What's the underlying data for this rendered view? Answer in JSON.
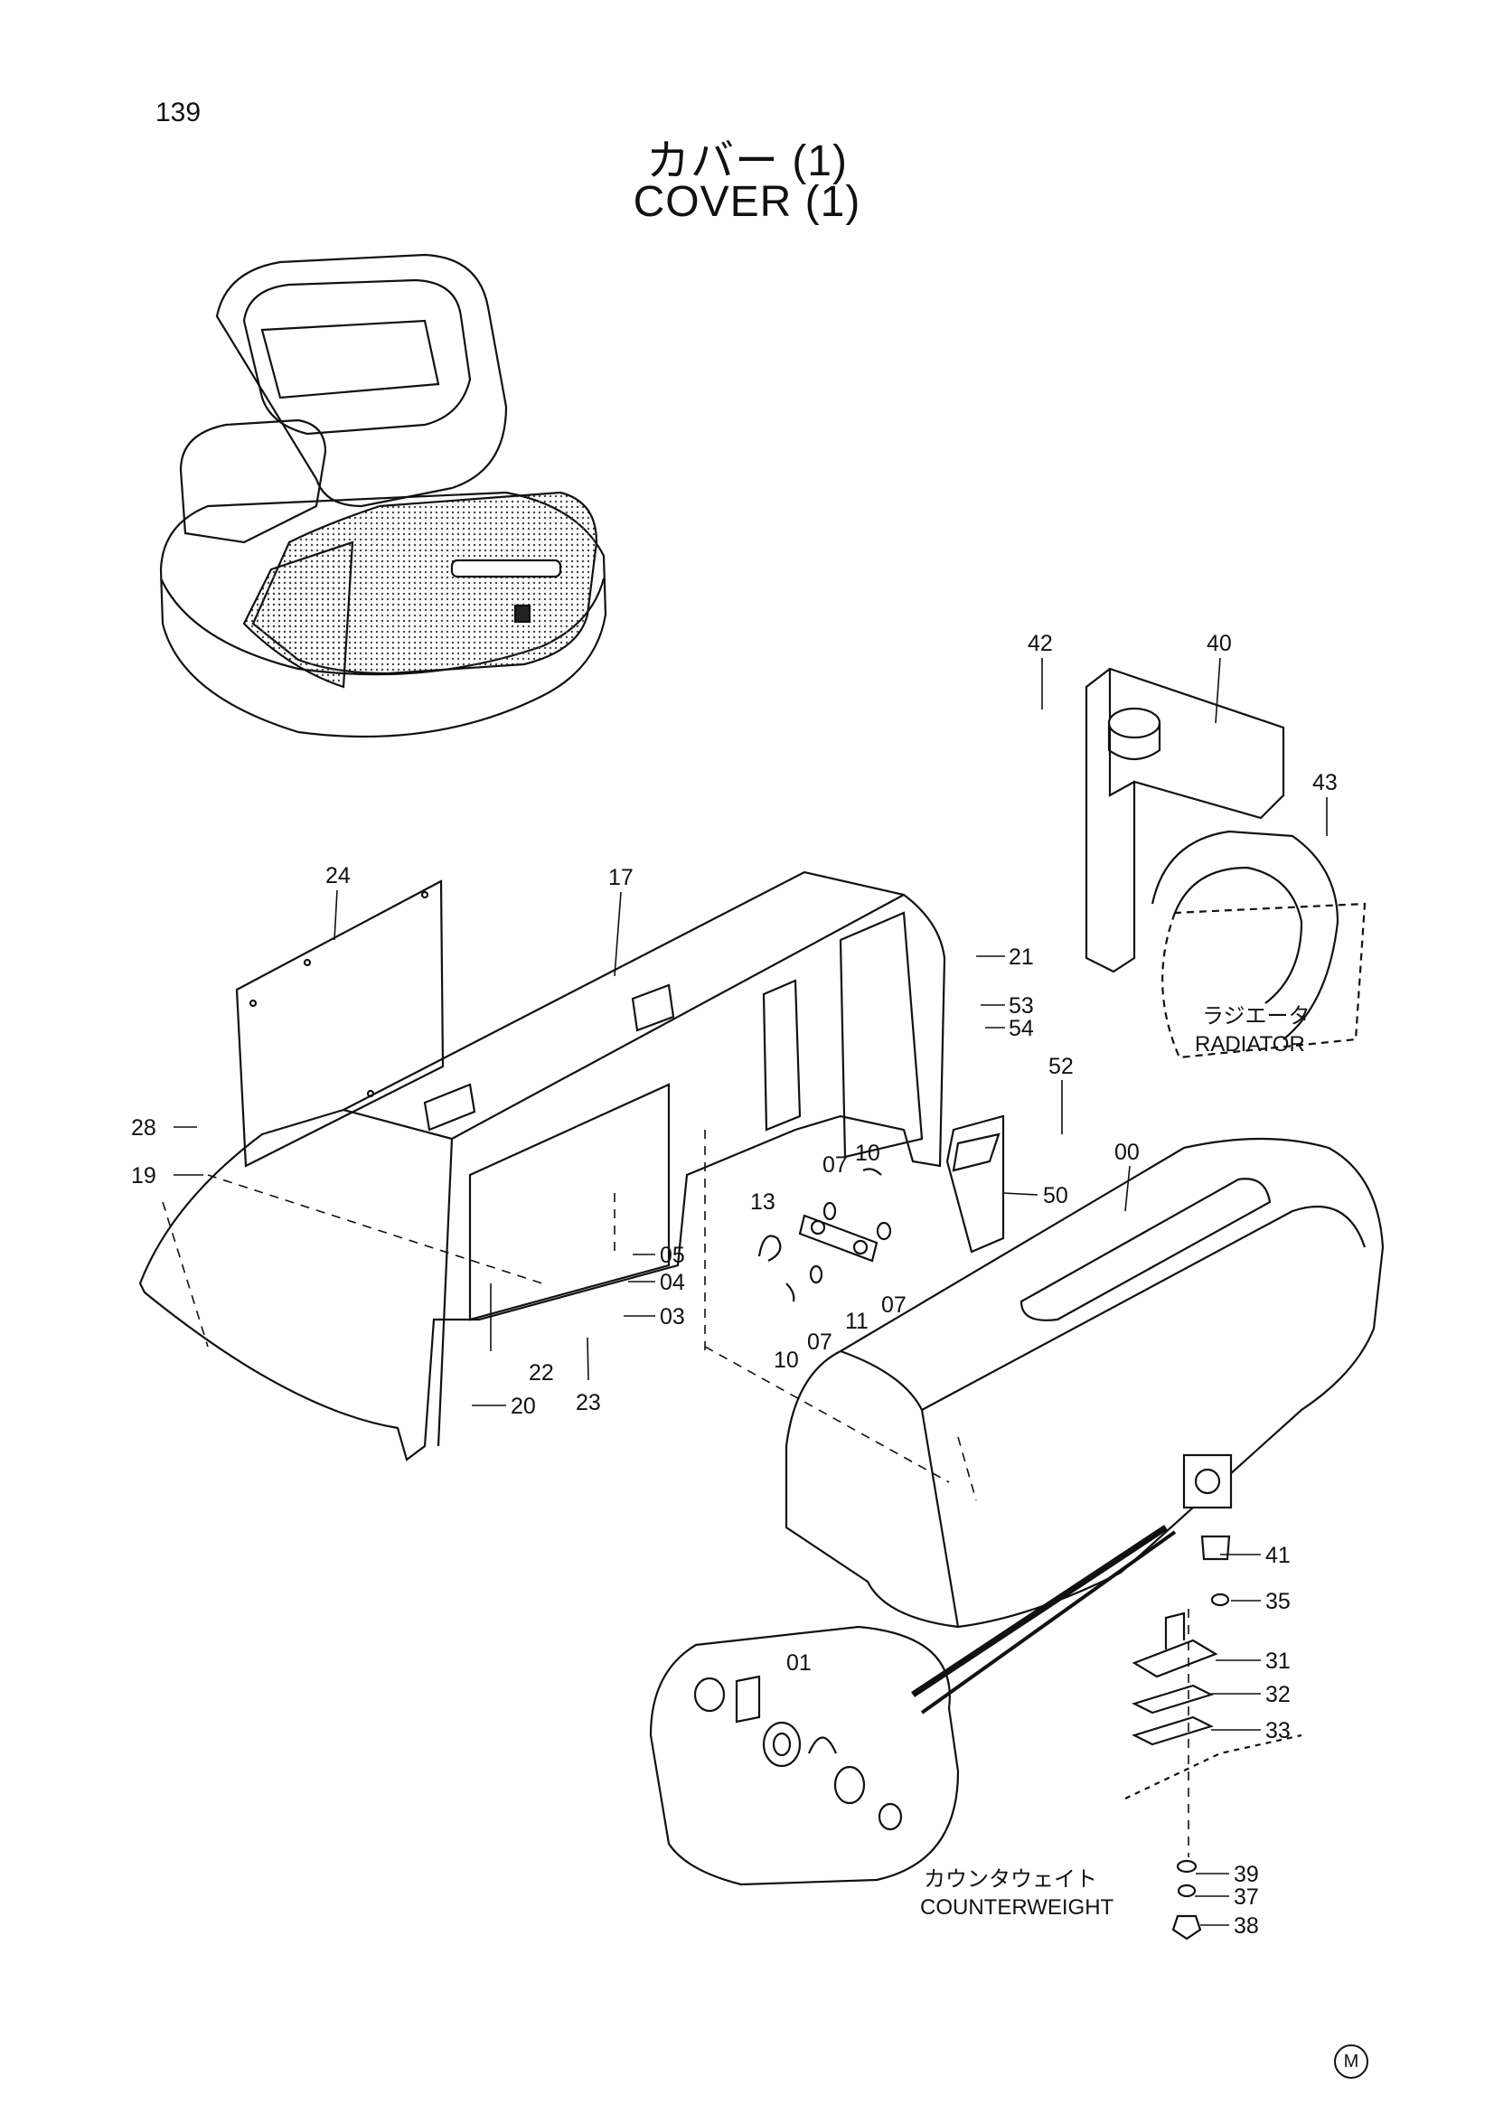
{
  "page_number": "139",
  "title_jp": "カバー (1)",
  "title_en": "COVER (1)",
  "callouts": [
    {
      "id": "42"
    },
    {
      "id": "40"
    },
    {
      "id": "43"
    },
    {
      "id": "24"
    },
    {
      "id": "17"
    },
    {
      "id": "21"
    },
    {
      "id": "53"
    },
    {
      "id": "54"
    },
    {
      "id": "52"
    },
    {
      "id": "28"
    },
    {
      "id": "19"
    },
    {
      "id": "00"
    },
    {
      "id": "07"
    },
    {
      "id": "10"
    },
    {
      "id": "13"
    },
    {
      "id": "50"
    },
    {
      "id": "05"
    },
    {
      "id": "04"
    },
    {
      "id": "03"
    },
    {
      "id": "22"
    },
    {
      "id": "23"
    },
    {
      "id": "20"
    },
    {
      "id": "07"
    },
    {
      "id": "10"
    },
    {
      "id": "11"
    },
    {
      "id": "07"
    },
    {
      "id": "01"
    },
    {
      "id": "41"
    },
    {
      "id": "35"
    },
    {
      "id": "31"
    },
    {
      "id": "32"
    },
    {
      "id": "33"
    },
    {
      "id": "39"
    },
    {
      "id": "37"
    },
    {
      "id": "38"
    }
  ],
  "radiator_label_jp": "ラジエータ",
  "radiator_label_en": "RADIATOR",
  "counterweight_label_jp": "カウンタウェイト",
  "counterweight_label_en": "COUNTERWEIGHT",
  "mark_symbol": "M"
}
